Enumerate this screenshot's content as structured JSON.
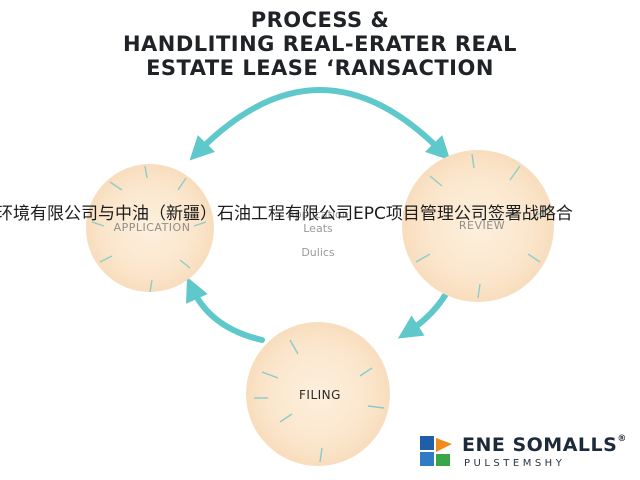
{
  "title": {
    "line1": "PROCESS &",
    "line2": "HANDLITING REAL-ERATER REAL",
    "line3": "ESTATE LEASE ‘RANSACTION"
  },
  "nodes": {
    "application": "APPLICATION",
    "review": "REVIEW",
    "filing": "FILING"
  },
  "center": {
    "line1": "Application",
    "line2": "Leats",
    "line3": "Dulics"
  },
  "overlay_text": "环境有限公司与中油（新疆）石油工程有限公司EPC项目管理公司签署战略合",
  "logo": {
    "name": "ENE SOMALLS",
    "trademark": "®",
    "subtitle": "PULSTEMSHY"
  },
  "colors": {
    "node_fill": "#fbe6cc",
    "arrow": "#5fc8cb",
    "title": "#1f2226",
    "logo_blue": "#1e5fa8",
    "logo_orange": "#f08a1c",
    "logo_green": "#3aa64a"
  }
}
